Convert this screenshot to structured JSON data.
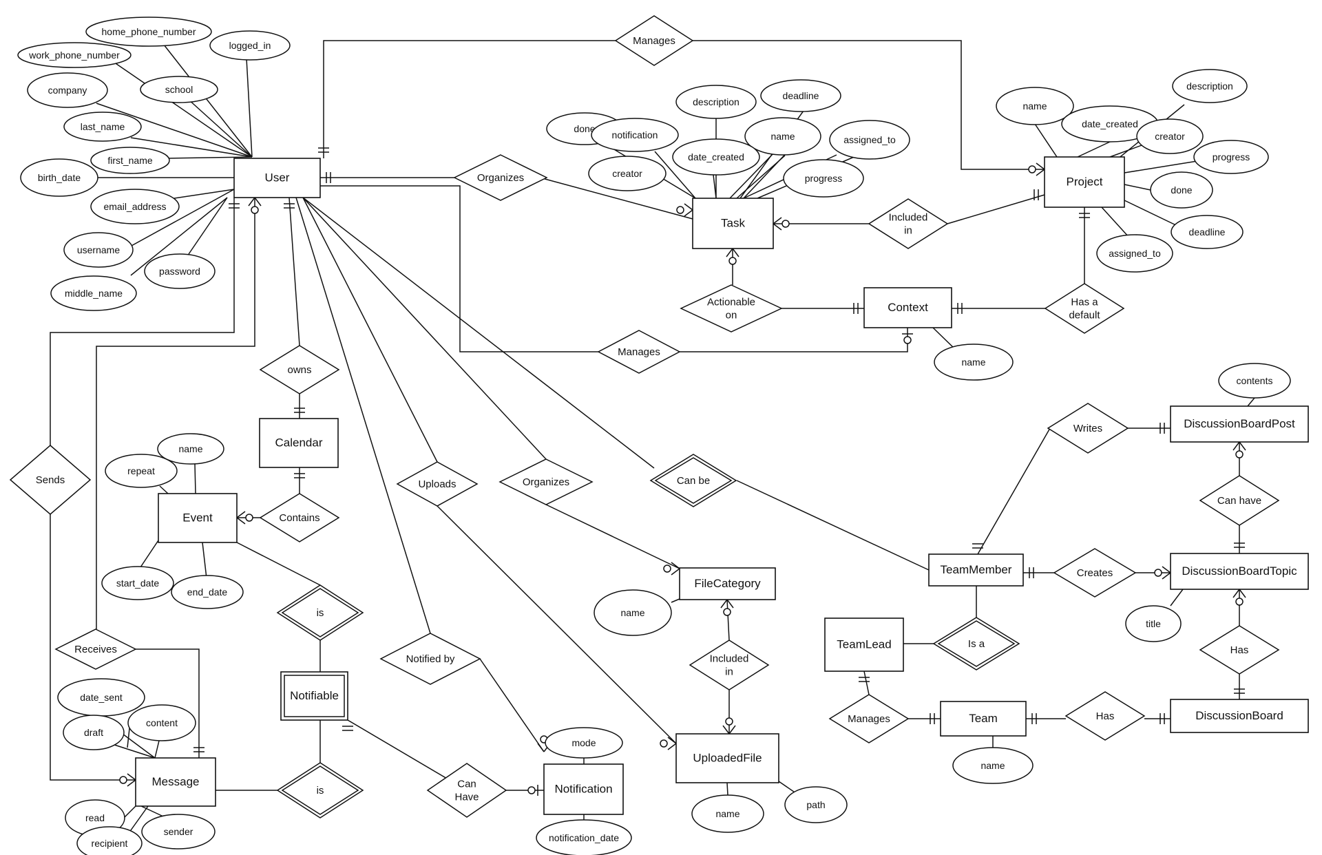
{
  "entities": {
    "user": {
      "label": "User"
    },
    "task": {
      "label": "Task"
    },
    "project": {
      "label": "Project"
    },
    "context": {
      "label": "Context"
    },
    "calendar": {
      "label": "Calendar"
    },
    "event": {
      "label": "Event"
    },
    "notifiable": {
      "label": "Notifiable",
      "weak": true
    },
    "message": {
      "label": "Message"
    },
    "notification": {
      "label": "Notification"
    },
    "filecategory": {
      "label": "FileCategory"
    },
    "uploadedfile": {
      "label": "UploadedFile"
    },
    "teammember": {
      "label": "TeamMember"
    },
    "teamlead": {
      "label": "TeamLead"
    },
    "team": {
      "label": "Team"
    },
    "dbpost": {
      "label": "DiscussionBoardPost"
    },
    "dbtopic": {
      "label": "DiscussionBoardTopic"
    },
    "dboard": {
      "label": "DiscussionBoard"
    }
  },
  "relationships": {
    "manages_project": {
      "label": "Manages"
    },
    "organizes_task": {
      "label": "Organizes"
    },
    "included_in_project": {
      "label": "Included\nin"
    },
    "actionable_on": {
      "label": "Actionable\non"
    },
    "has_a_default": {
      "label": "Has a\ndefault"
    },
    "manages_context": {
      "label": "Manages"
    },
    "owns": {
      "label": "owns"
    },
    "contains": {
      "label": "Contains"
    },
    "sends": {
      "label": "Sends"
    },
    "receives": {
      "label": "Receives"
    },
    "is_event": {
      "label": "is",
      "identifying": true
    },
    "is_message": {
      "label": "is",
      "identifying": true
    },
    "uploads": {
      "label": "Uploads"
    },
    "organizes_file": {
      "label": "Organizes"
    },
    "notified_by": {
      "label": "Notified by"
    },
    "can_have_notif": {
      "label": "Can\nHave"
    },
    "included_in_file": {
      "label": "Included\nin"
    },
    "can_be": {
      "label": "Can be",
      "identifying": true
    },
    "writes": {
      "label": "Writes"
    },
    "can_have_post": {
      "label": "Can have"
    },
    "creates": {
      "label": "Creates"
    },
    "is_a": {
      "label": "Is a",
      "identifying": true
    },
    "has_dboard": {
      "label": "Has"
    },
    "has_team": {
      "label": "Has"
    },
    "manages_team": {
      "label": "Manages"
    }
  },
  "attributes": {
    "user": [
      "home_phone_number",
      "logged_in",
      "work_phone_number",
      "school",
      "company",
      "last_name",
      "first_name",
      "birth_date",
      "email_address",
      "username",
      "password",
      "middle_name"
    ],
    "task": [
      "done",
      "notification",
      "description",
      "deadline",
      "name",
      "assigned_to",
      "creator",
      "date_created",
      "progress"
    ],
    "project": [
      "name",
      "description",
      "date_created",
      "creator",
      "progress",
      "done",
      "deadline",
      "assigned_to"
    ],
    "context": [
      "name"
    ],
    "event": [
      "name",
      "repeat",
      "start_date",
      "end_date"
    ],
    "message": [
      "date_sent",
      "content",
      "draft",
      "read",
      "sender",
      "recipient"
    ],
    "notification": [
      "mode",
      "notification_date"
    ],
    "filecategory": [
      "name"
    ],
    "uploadedfile": [
      "name",
      "path"
    ],
    "dbpost": [
      "contents"
    ],
    "dbtopic": [
      "title"
    ],
    "team": [
      "name"
    ]
  }
}
